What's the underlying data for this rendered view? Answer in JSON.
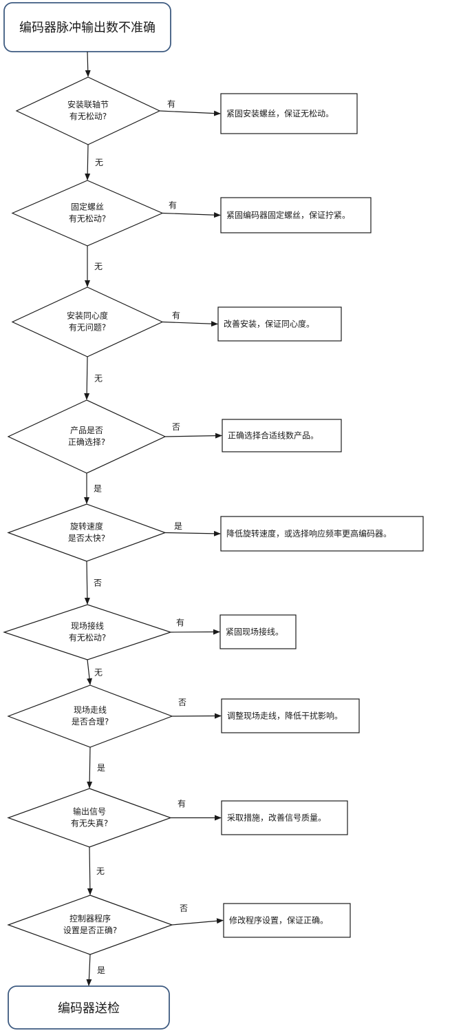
{
  "start": {
    "label": "编码器脉冲输出数不准确"
  },
  "end": {
    "label": "编码器送检"
  },
  "checks": [
    {
      "lines": [
        "安装联轴节",
        "有无松动?"
      ],
      "branch_label": "有",
      "action": "紧固安装螺丝，保证无松动。",
      "down_label": "无"
    },
    {
      "lines": [
        "固定螺丝",
        "有无松动?"
      ],
      "branch_label": "有",
      "action": "紧固编码器固定螺丝，保证拧紧。",
      "down_label": "无"
    },
    {
      "lines": [
        "安装同心度",
        "有无问题?"
      ],
      "branch_label": "有",
      "action": "改善安装，保证同心度。",
      "down_label": "无"
    },
    {
      "lines": [
        "产品是否",
        "正确选择?"
      ],
      "branch_label": "否",
      "action": "正确选择合适线数产品。",
      "down_label": "是"
    },
    {
      "lines": [
        "旋转速度",
        "是否太快?"
      ],
      "branch_label": "是",
      "action": "降低旋转速度，或选择响应频率更高编码器。",
      "down_label": "否"
    },
    {
      "lines": [
        "现场接线",
        "有无松动?"
      ],
      "branch_label": "有",
      "action": "紧固现场接线。",
      "down_label": "无"
    },
    {
      "lines": [
        "现场走线",
        "是否合理?"
      ],
      "branch_label": "否",
      "action": "调整现场走线，降低干扰影响。",
      "down_label": "是"
    },
    {
      "lines": [
        "输出信号",
        "有无失真?"
      ],
      "branch_label": "有",
      "action": "采取措施，改善信号质量。",
      "down_label": "无"
    },
    {
      "lines": [
        "控制器程序",
        "设置是否正确?"
      ],
      "branch_label": "否",
      "action": "修改程序设置，保证正确。",
      "down_label": "是"
    }
  ]
}
